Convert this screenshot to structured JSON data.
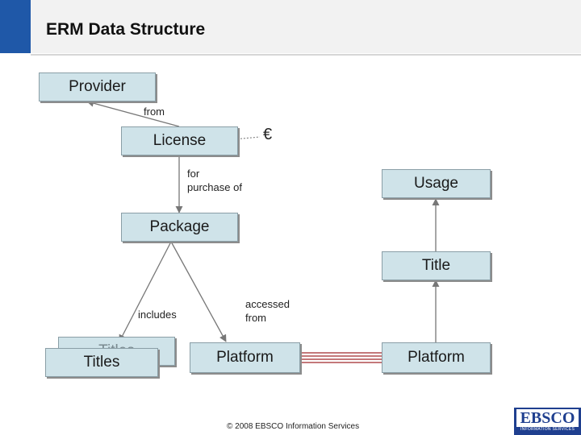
{
  "slide": {
    "title": "ERM Data Structure",
    "footer": "© 2008 EBSCO Information Services"
  },
  "nodes": {
    "provider": "Provider",
    "license": "License",
    "usage": "Usage",
    "package": "Package",
    "title": "Title",
    "titles_back": "Titles",
    "titles": "Titles",
    "platform_center": "Platform",
    "platform_right": "Platform"
  },
  "edge_labels": {
    "from": "from",
    "euro": "€",
    "for": "for",
    "purchase_of": "purchase of",
    "includes": "includes",
    "accessed": "accessed",
    "accessed_from": "from"
  },
  "logo": {
    "name": "EBSCO",
    "tagline": "INFORMATION SERVICES"
  },
  "colors": {
    "box_fill": "#cfe3e9",
    "accent_bar": "#1f58a8",
    "link_line": "#a0282b"
  }
}
